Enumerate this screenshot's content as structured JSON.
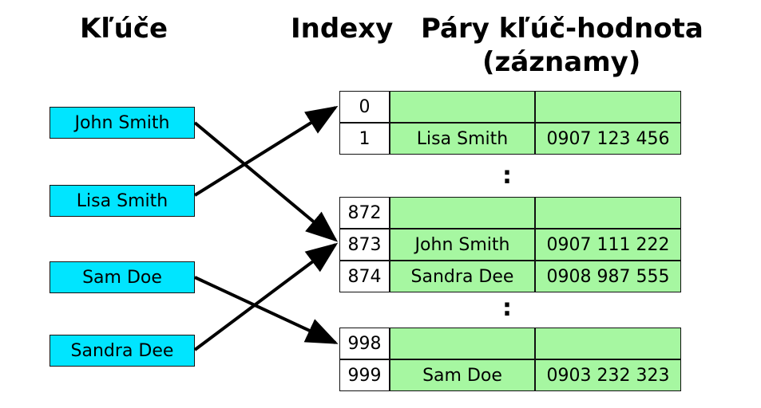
{
  "headers": {
    "keys": "Kľúče",
    "indexes": "Indexy",
    "pairs": "Páry kľúč-hodnota",
    "pairs_sub": "(záznamy)"
  },
  "keys": [
    "John Smith",
    "Lisa Smith",
    "Sam Doe",
    "Sandra Dee"
  ],
  "buckets": [
    {
      "index": "0",
      "name": "",
      "number": ""
    },
    {
      "index": "1",
      "name": "Lisa Smith",
      "number": "0907 123 456"
    },
    {
      "index": "872",
      "name": "",
      "number": ""
    },
    {
      "index": "873",
      "name": "John Smith",
      "number": "0907 111 222"
    },
    {
      "index": "874",
      "name": "Sandra Dee",
      "number": "0908 987 555"
    },
    {
      "index": "998",
      "name": "",
      "number": ""
    },
    {
      "index": "999",
      "name": "Sam Doe",
      "number": "0903 232 323"
    }
  ],
  "ellipsis": ":",
  "colors": {
    "key_fill": "#00e5ff",
    "record_fill": "#a6f7a1",
    "arrow": "#000000"
  }
}
